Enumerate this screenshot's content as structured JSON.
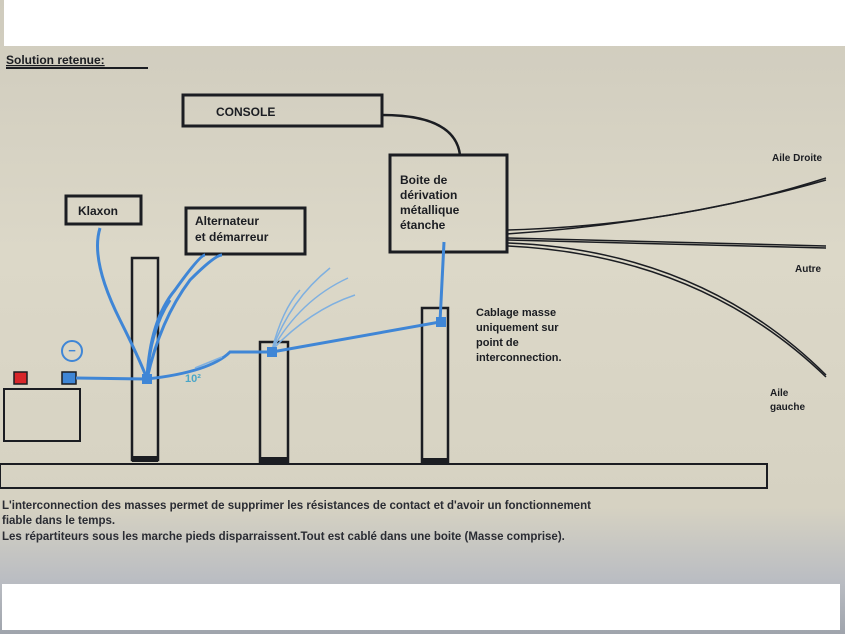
{
  "title": "Solution retenue:",
  "boxes": {
    "console": "CONSOLE",
    "klaxon": "Klaxon",
    "alternateur": [
      "Alternateur",
      "et démarreur"
    ],
    "boite": [
      "Boite de",
      "dérivation",
      "métallique",
      "étanche"
    ]
  },
  "labels": {
    "aile_droite": "Aile Droite",
    "autre": "Autre",
    "aile_gauche": [
      "Aile",
      "gauche"
    ],
    "cablage": [
      "Cablage masse",
      "uniquement sur",
      "point de",
      "interconnection."
    ],
    "section": "10²",
    "minus": "−"
  },
  "notes": [
    "L'interconnection des masses permet de supprimer les résistances de contact et d'avoir un fonctionnement",
    "fiable dans le temps.",
    "Les répartiteurs sous les marche pieds disparraissent.Tout est cablé dans une boite (Masse comprise)."
  ],
  "colors": {
    "wire": "#3f86d6",
    "thin_wire": "#7fb0e0",
    "positive": "#d8262a",
    "ink": "#1b1d22"
  }
}
